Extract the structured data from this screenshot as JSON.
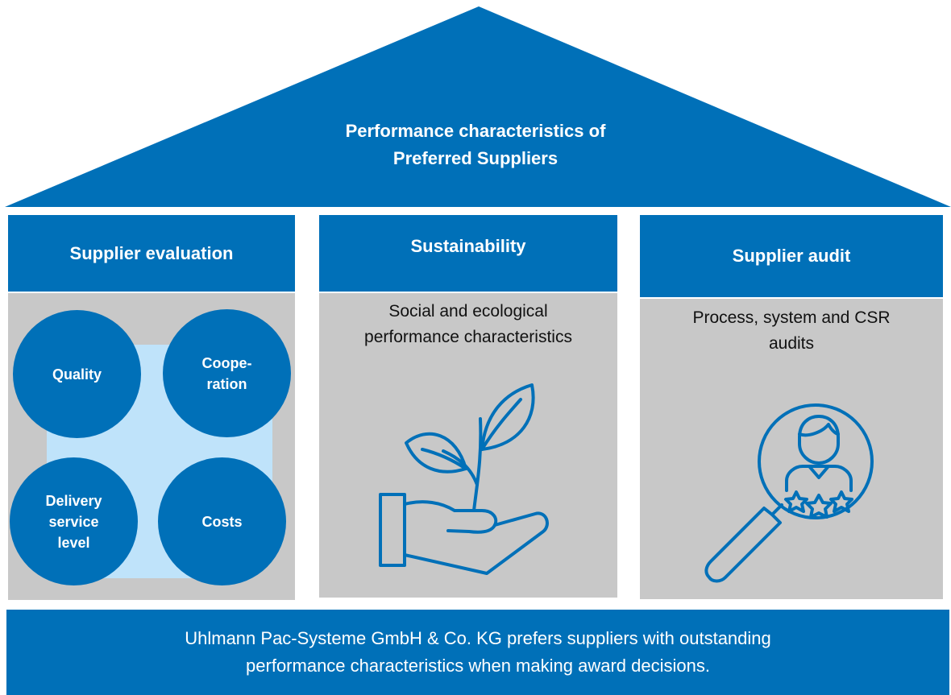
{
  "roof": {
    "title_lines": [
      "Performance characteristics of",
      "Preferred Suppliers"
    ]
  },
  "columns": [
    {
      "heading": "Supplier evaluation",
      "circles": [
        {
          "lines": [
            "Quality"
          ]
        },
        {
          "lines": [
            "Coope-",
            "ration"
          ]
        },
        {
          "lines": [
            "Delivery",
            "service",
            "level"
          ]
        },
        {
          "lines": [
            "Costs"
          ]
        }
      ]
    },
    {
      "heading": "Sustainability",
      "text_lines": [
        "Social and ecological",
        "performance characteristics"
      ],
      "icon": "plant-in-hand-icon"
    },
    {
      "heading": "Supplier audit",
      "text_lines": [
        "Process, system and CSR",
        "audits"
      ],
      "icon": "magnifier-person-rating-icon"
    }
  ],
  "footer": {
    "lines": [
      "Uhlmann Pac-Systeme GmbH & Co. KG prefers suppliers with outstanding",
      "performance characteristics when making award decisions."
    ]
  },
  "colors": {
    "primary": "#0070B8",
    "panel": "#C8C8C8",
    "light": "#BFE3FA"
  }
}
